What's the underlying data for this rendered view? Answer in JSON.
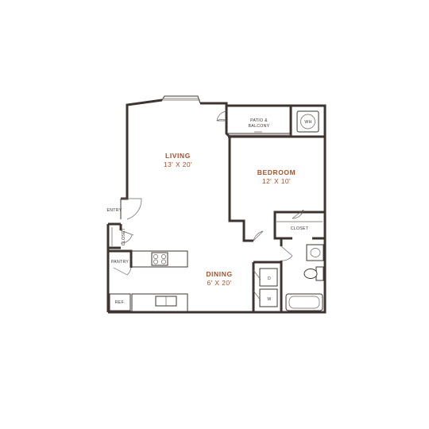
{
  "colors": {
    "wall": "#3d3430",
    "room_label": "#a0522d",
    "background": "#ffffff"
  },
  "rooms": {
    "living": {
      "name": "LIVING",
      "dims": "13' X 20'"
    },
    "bedroom": {
      "name": "BEDROOM",
      "dims": "12' X 10'"
    },
    "dining": {
      "name": "DINING",
      "dims": "6' X 20'"
    }
  },
  "labels": {
    "patio_line1": "PATIO &",
    "patio_line2": "BALCONY",
    "water_heater": "WH",
    "entry": "ENTRY",
    "entry_closet": "CLOSET",
    "bedroom_closet": "CLOSET",
    "pantry": "PANTRY",
    "refrigerator": "REF.",
    "dryer": "D",
    "washer": "W"
  }
}
